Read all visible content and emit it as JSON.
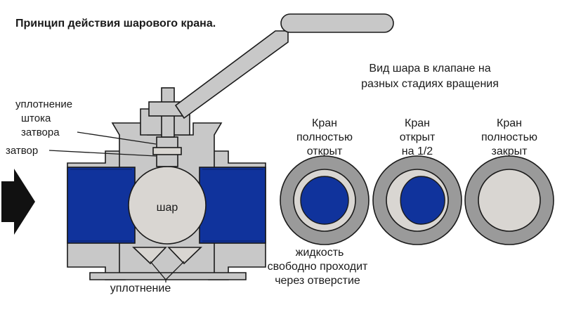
{
  "title": "Принцип действия шарового крана.",
  "labels": {
    "stem_seal_1": "уплотнение",
    "stem_seal_2": "штока",
    "stem_seal_3": "затвора",
    "shutter": "затвор",
    "ball": "шар",
    "seal_bottom": "уплотнение"
  },
  "views": {
    "heading_line1": "Вид шара в клапане на",
    "heading_line2": "разных стадиях вращения",
    "items": [
      {
        "line1": "Кран",
        "line2": "полностью",
        "line3": "открыт",
        "open_fraction": 1.0
      },
      {
        "line1": "Кран",
        "line2": "открыт",
        "line3": "на 1/2",
        "open_fraction": 0.5
      },
      {
        "line1": "Кран",
        "line2": "полностью",
        "line3": "закрыт",
        "open_fraction": 0.0
      }
    ]
  },
  "flow_note": {
    "line1": "жидкость",
    "line2": "свободно проходит",
    "line3": "через отверстие"
  },
  "colors": {
    "fluid": "#10339c",
    "metal": "#c8c8c8",
    "ring": "#9a9a9a",
    "ball_face": "#d9d6d2",
    "outline": "#1a1a1a"
  },
  "icons": {
    "flow_direction": "arrow-right-icon",
    "handle": "valve-handle-icon"
  }
}
